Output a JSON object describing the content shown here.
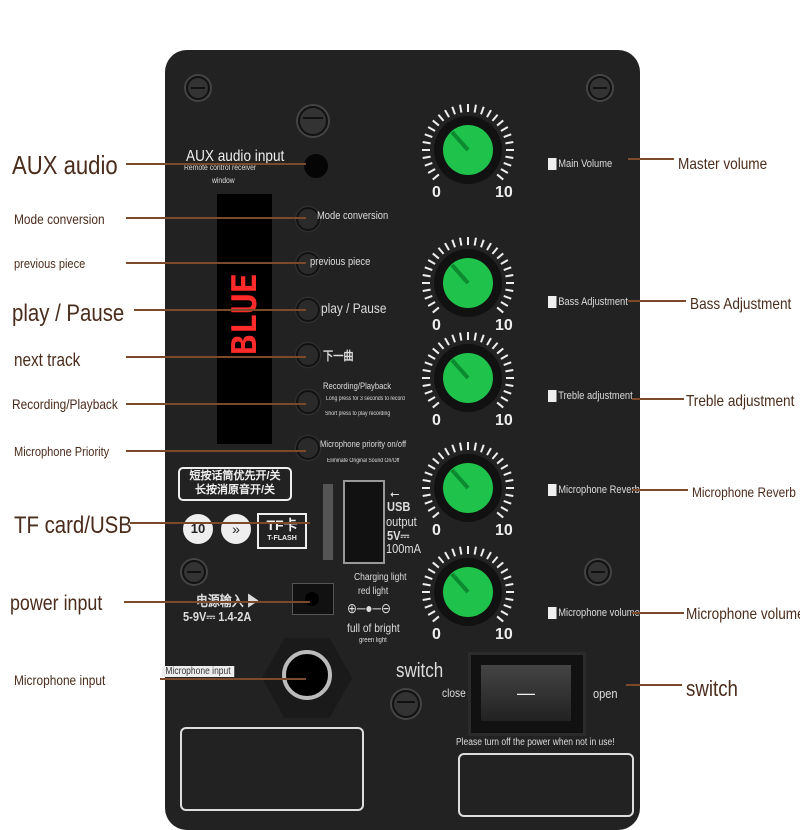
{
  "left_labels": {
    "aux": "AUX audio",
    "mode": "Mode conversion",
    "prev": "previous piece",
    "play": "play / Pause",
    "next": "next track",
    "rec": "Recording/Playback",
    "mic_priority": "Microphone Priority",
    "tf": "TF card/USB",
    "power": "power input",
    "mic_input": "Microphone input"
  },
  "right_labels": {
    "master": "Master volume",
    "bass": "Bass Adjustment",
    "treble": "Treble adjustment",
    "reverb": "Microphone Reverb",
    "micvol": "Microphone volume",
    "switch": "switch"
  },
  "panel": {
    "aux_input": "AUX audio input",
    "remote": "Remote control receiver",
    "window": "window",
    "display": "BLUE",
    "mode": "Mode conversion",
    "prev": "previous piece",
    "play": "play / Pause",
    "next": "下一曲",
    "rec": "Recording/Playback",
    "rec_long": "Long press for 3 seconds to record",
    "rec_short": "Short press to play recording",
    "mic_priority": "Microphone priority on/off",
    "eliminate": "Eliminate Original Sound On/Off",
    "cn_line1": "短按话筒优先开/关",
    "cn_line2": "长按消原音开/关",
    "tf_logo": "TF卡",
    "tf_flash": "T-FLASH",
    "usb": "USB",
    "usb_output": "output",
    "usb_spec1": "5V⎓",
    "usb_spec2": "100mA",
    "power_cn": "电源输入 ▶",
    "power_spec": "5-9V⎓ 1.4-2A",
    "charging": "Charging light",
    "red": "red light",
    "full": "full of bright",
    "green": "green light",
    "mic_input": "Microphone input",
    "switch": "switch",
    "close": "close",
    "open": "open",
    "switch_mark": "—",
    "warning": "Please turn off the power when not in use!",
    "knobs": [
      {
        "label": "Main Volume",
        "min": "0",
        "max": "10"
      },
      {
        "label": "Bass Adjustment",
        "min": "0",
        "max": "10"
      },
      {
        "label": "Treble adjustment",
        "min": "0",
        "max": "10"
      },
      {
        "label": "Microphone Reverb",
        "min": "0",
        "max": "10"
      },
      {
        "label": "Microphone volume",
        "min": "0",
        "max": "10"
      }
    ]
  },
  "colors": {
    "knob": "#1fc24a",
    "display": "#ff2a2a",
    "label": "#4a2c1c",
    "line": "#7a4a2a"
  }
}
